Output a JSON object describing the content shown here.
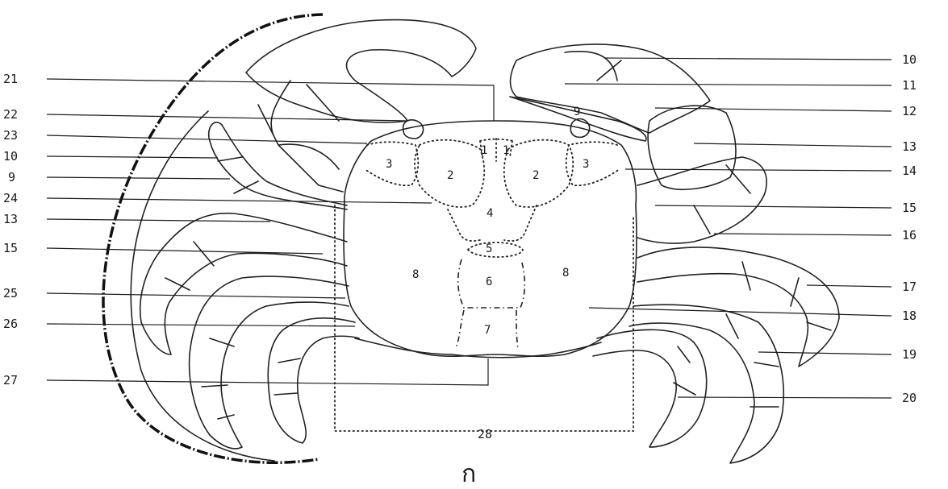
{
  "left_labels": [
    "21",
    "22",
    "23",
    "10",
    "9",
    "24",
    "13",
    "15",
    "25",
    "26",
    "27"
  ],
  "right_labels": [
    "10",
    "11",
    "12",
    "13",
    "14",
    "15",
    "16",
    "17",
    "18",
    "19",
    "20"
  ],
  "region_labels": [
    "1",
    "1",
    "2",
    "2",
    "3",
    "3",
    "4",
    "5",
    "6",
    "7",
    "8",
    "8",
    "9"
  ],
  "bottom_label": "28",
  "figure_label": "ก"
}
